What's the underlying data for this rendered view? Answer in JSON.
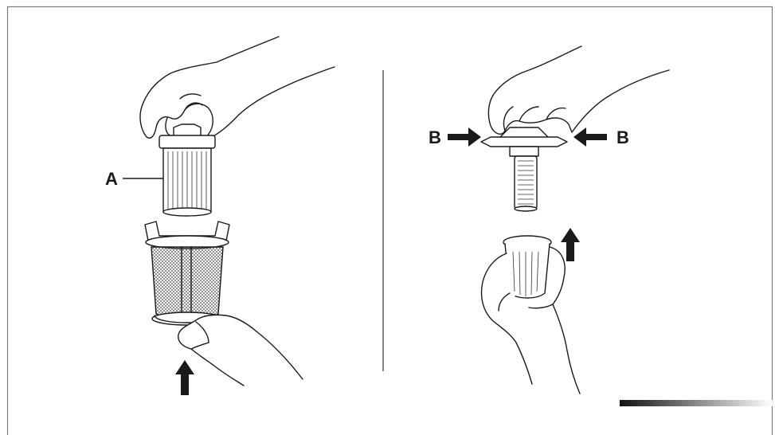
{
  "labels": {
    "part_a": "A",
    "part_b_left": "B",
    "part_b_right": "B"
  },
  "colors": {
    "line": "#1a1a1a",
    "background": "#ffffff",
    "border": "#7a7a7a"
  },
  "icons": {
    "upward_arrow": "arrow-up-icon",
    "right_arrow": "arrow-right-icon",
    "left_arrow": "arrow-left-icon"
  }
}
